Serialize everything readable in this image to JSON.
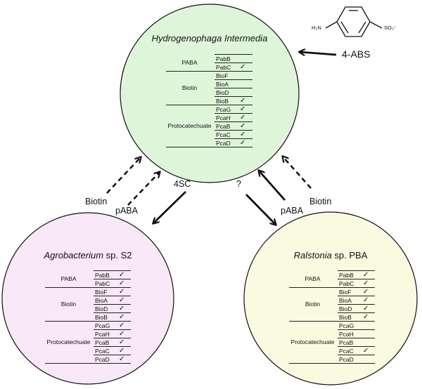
{
  "organisms": [
    {
      "id": "hydrogenophaga",
      "title_italic": "Hydrogenophaga Intermedia",
      "title_plain": "",
      "fill": "#dff5d9",
      "groups": [
        {
          "label": "PABA",
          "genes": [
            {
              "name": "PabB",
              "check": ""
            },
            {
              "name": "PabC",
              "check": "✓"
            }
          ]
        },
        {
          "label": "Biotin",
          "genes": [
            {
              "name": "BioF",
              "check": ""
            },
            {
              "name": "BioA",
              "check": ""
            },
            {
              "name": "BioD",
              "check": ""
            },
            {
              "name": "BioB",
              "check": "✓"
            }
          ]
        },
        {
          "label": "Protocatechuate",
          "genes": [
            {
              "name": "PcaG",
              "check": "✓"
            },
            {
              "name": "PcaH",
              "check": "✓"
            },
            {
              "name": "PcaB",
              "check": "✓"
            },
            {
              "name": "PcaC",
              "check": "✓"
            },
            {
              "name": "PcaD",
              "check": "✓"
            }
          ]
        }
      ]
    },
    {
      "id": "agrobacterium",
      "title_italic": "Agrobacterium",
      "title_plain": " sp. S2",
      "fill": "#f8e8f8",
      "groups": [
        {
          "label": "PABA",
          "genes": [
            {
              "name": "PabB",
              "check": "✓"
            },
            {
              "name": "PabC",
              "check": "✓"
            }
          ]
        },
        {
          "label": "Biotin",
          "genes": [
            {
              "name": "BioF",
              "check": "✓"
            },
            {
              "name": "BioA",
              "check": "✓"
            },
            {
              "name": "BioD",
              "check": "✓"
            },
            {
              "name": "BioB",
              "check": "✓"
            }
          ]
        },
        {
          "label": "Protocatechuate",
          "genes": [
            {
              "name": "PcaG",
              "check": "✓"
            },
            {
              "name": "PcaH",
              "check": "✓"
            },
            {
              "name": "PcaB",
              "check": "✓"
            },
            {
              "name": "PcaC",
              "check": "✓"
            },
            {
              "name": "PcaD",
              "check": "✓"
            }
          ]
        }
      ]
    },
    {
      "id": "ralstonia",
      "title_italic": "Ralstonia",
      "title_plain": " sp. PBA",
      "fill": "#fafae0",
      "groups": [
        {
          "label": "PABA",
          "genes": [
            {
              "name": "PabB",
              "check": "✓"
            },
            {
              "name": "PabC",
              "check": "✓"
            }
          ]
        },
        {
          "label": "Biotin",
          "genes": [
            {
              "name": "BioF",
              "check": "✓"
            },
            {
              "name": "BioA",
              "check": "✓"
            },
            {
              "name": "BioD",
              "check": "✓"
            },
            {
              "name": "BioB",
              "check": "✓"
            }
          ]
        },
        {
          "label": "Protocatechuate",
          "genes": [
            {
              "name": "PcaG",
              "check": ""
            },
            {
              "name": "PcaH",
              "check": ""
            },
            {
              "name": "PcaB",
              "check": ""
            },
            {
              "name": "PcaC",
              "check": "✓"
            },
            {
              "name": "PcaD",
              "check": ""
            }
          ]
        }
      ]
    }
  ],
  "arrows": {
    "biotin_left": "Biotin",
    "paba_left": "pABA",
    "fourSC": "4SC",
    "question": "?",
    "paba_right": "pABA",
    "biotin_right": "Biotin"
  },
  "compound": {
    "name": "4-ABS",
    "amine": "H₂N",
    "sulfonate": "SO₃⁻"
  },
  "colors": {
    "stroke": "#111111",
    "hydrogenophaga_fill": "#dff5d9",
    "agrobacterium_fill": "#f8e8f8",
    "ralstonia_fill": "#fafae0"
  }
}
